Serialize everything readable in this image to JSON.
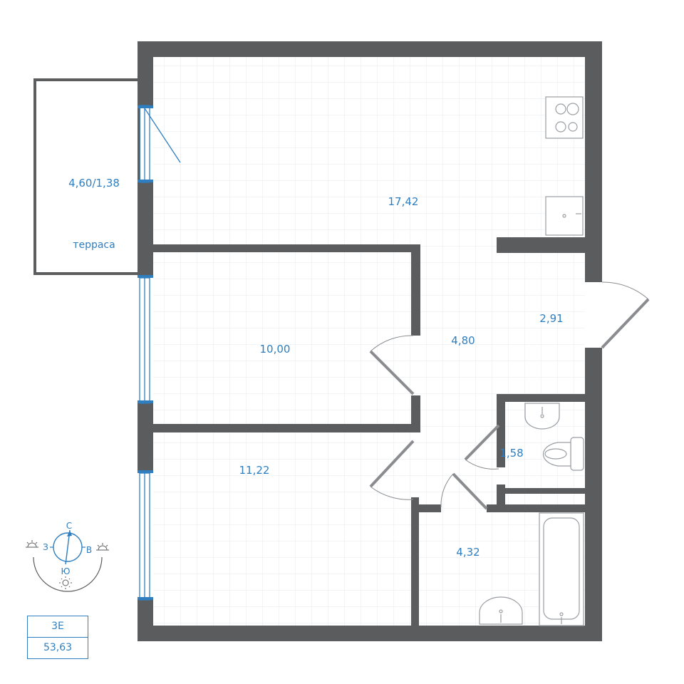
{
  "rooms": {
    "terrace": {
      "area": "4,60/1,38",
      "label": "терраса"
    },
    "kitchen_living": {
      "area": "17,42"
    },
    "hall": {
      "area": "2,91"
    },
    "corridor": {
      "area": "4,80"
    },
    "bedroom_1": {
      "area": "10,00"
    },
    "bedroom_2": {
      "area": "11,22"
    },
    "wc": {
      "area": "1,58"
    },
    "bathroom": {
      "area": "4,32"
    }
  },
  "compass": {
    "north": "С",
    "south": "Ю",
    "west": "З",
    "east": "В"
  },
  "apartment": {
    "type": "3Е",
    "total_area": "53,63"
  },
  "colors": {
    "wall": "#5b5c5e",
    "accent": "#2f7fc0",
    "grid": "#e6eaee",
    "fixture": "#9a9ea3"
  }
}
